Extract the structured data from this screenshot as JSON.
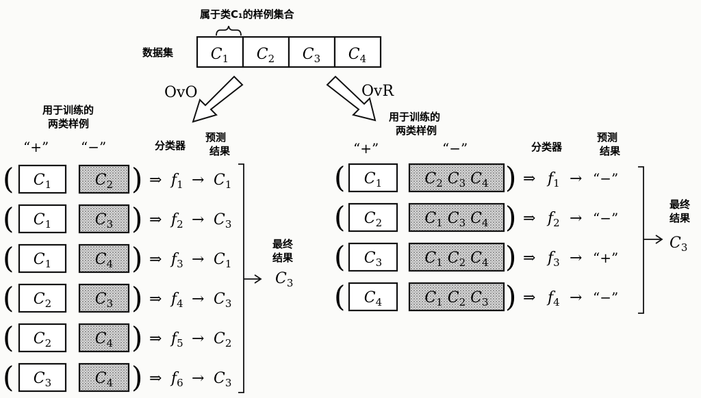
{
  "caption_top": "属于类C₁的样例集合",
  "dataset_label": "数据集",
  "dataset": [
    "C1",
    "C2",
    "C3",
    "C4"
  ],
  "ovo": {
    "label": "OvO",
    "train_label_line1": "用于训练的",
    "train_label_line2": "两类样例",
    "pos_header": "“+”",
    "neg_header": "“−”",
    "classifier_header": "分类器",
    "pred_header_line1": "预测",
    "pred_header_line2": "结果",
    "rows": [
      {
        "pos": "C1",
        "neg": "C2",
        "f": "f1",
        "pred": "C1"
      },
      {
        "pos": "C1",
        "neg": "C3",
        "f": "f2",
        "pred": "C3"
      },
      {
        "pos": "C1",
        "neg": "C4",
        "f": "f3",
        "pred": "C1"
      },
      {
        "pos": "C2",
        "neg": "C3",
        "f": "f4",
        "pred": "C3"
      },
      {
        "pos": "C2",
        "neg": "C4",
        "f": "f5",
        "pred": "C2"
      },
      {
        "pos": "C3",
        "neg": "C4",
        "f": "f6",
        "pred": "C3"
      }
    ],
    "final_label_line1": "最终",
    "final_label_line2": "结果",
    "final_result": "C3"
  },
  "ovr": {
    "label": "OvR",
    "train_label_line1": "用于训练的",
    "train_label_line2": "两类样例",
    "pos_header": "“+”",
    "neg_header": "“−”",
    "classifier_header": "分类器",
    "pred_header_line1": "预测",
    "pred_header_line2": "结果",
    "rows": [
      {
        "pos": "C1",
        "neg": "C2 C3 C4",
        "f": "f1",
        "pred": "“−”"
      },
      {
        "pos": "C2",
        "neg": "C1 C3 C4",
        "f": "f2",
        "pred": "“−”"
      },
      {
        "pos": "C3",
        "neg": "C1 C2 C4",
        "f": "f3",
        "pred": "“+”"
      },
      {
        "pos": "C4",
        "neg": "C1 C2 C3",
        "f": "f4",
        "pred": "“−”"
      }
    ],
    "final_label_line1": "最终",
    "final_label_line2": "结果",
    "final_result": "C3"
  },
  "symbols": {
    "implies": "⇒",
    "arrow": "→"
  },
  "colors": {
    "ink": "#111111",
    "shade": "#bdbdbd",
    "paper": "#fbfbf9"
  }
}
